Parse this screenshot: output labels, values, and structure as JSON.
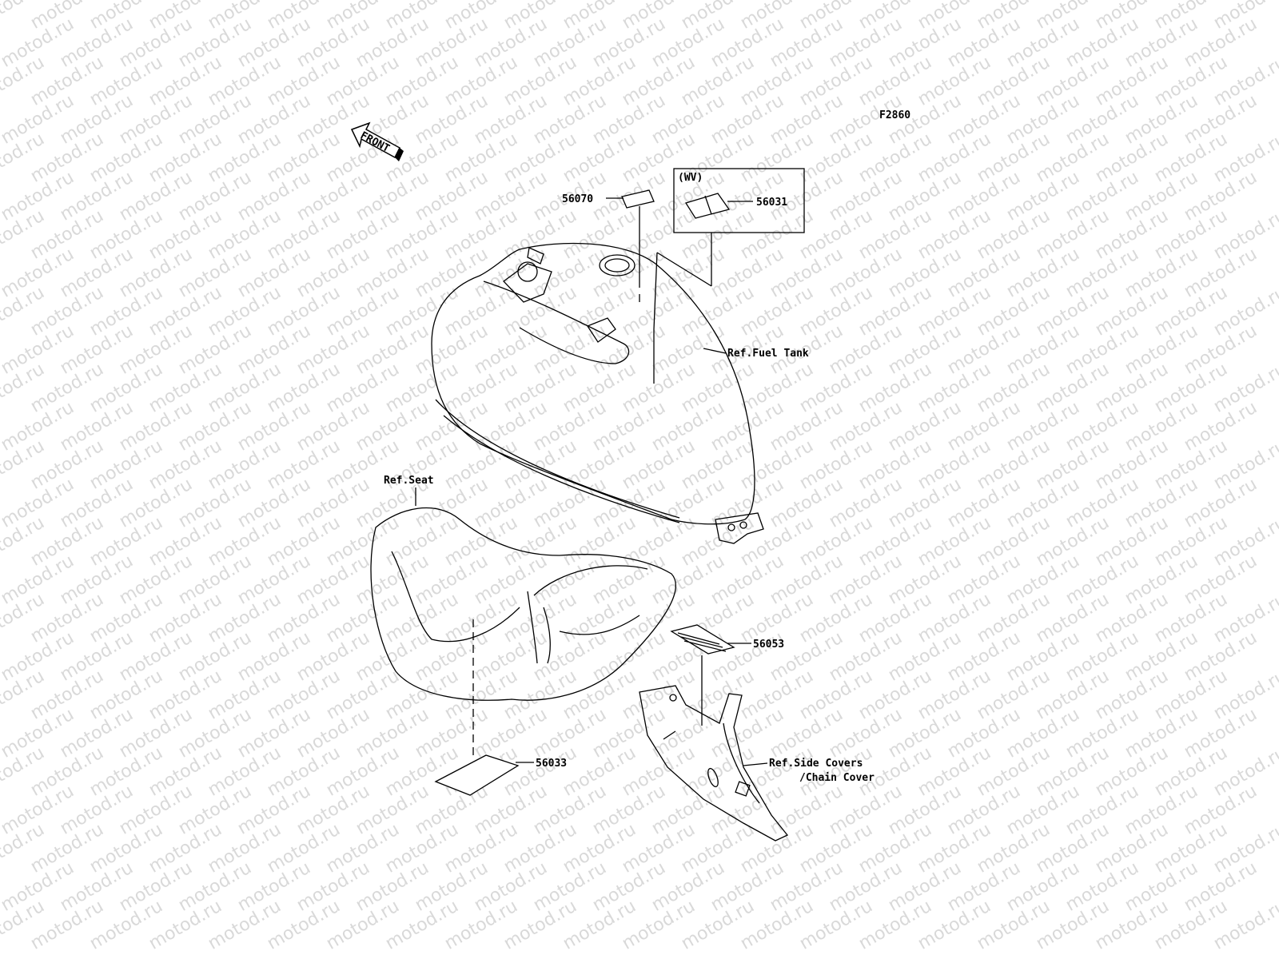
{
  "watermark": "motod.ru",
  "figure_id": "F2860",
  "front_arrow": "FRONT",
  "parts": {
    "p56070": "56070",
    "p56031": "56031",
    "p56053": "56053",
    "p56033": "56033"
  },
  "variant_box": "(WV)",
  "refs": {
    "fuel_tank": "Ref.Fuel Tank",
    "seat": "Ref.Seat",
    "side_covers_1": "Ref.Side Covers",
    "side_covers_2": "/Chain Cover"
  }
}
